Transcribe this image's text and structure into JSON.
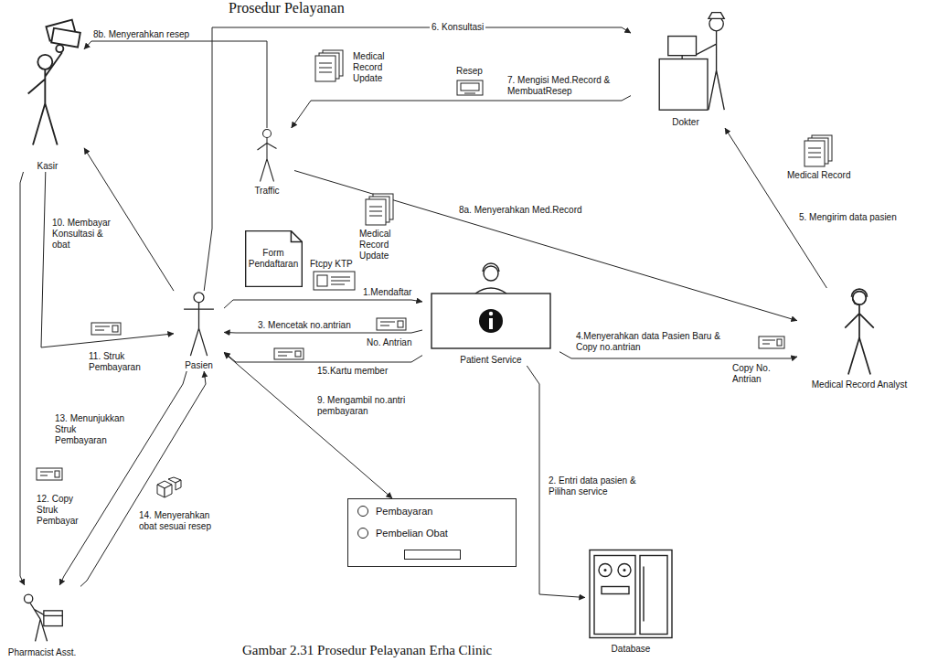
{
  "diagram": {
    "title": "Prosedur Pelayanan",
    "caption": "Gambar 2.31 Prosedur Pelayanan Erha Clinic",
    "nodes": [
      {
        "text": [
          "Kasir"
        ]
      },
      {
        "text": [
          "Dokter"
        ]
      },
      {
        "text": [
          "Traffic"
        ]
      },
      {
        "text": [
          "Form Pendaftaran"
        ]
      },
      {
        "text": [
          "Pasien"
        ]
      },
      {
        "text": [
          "Patient Service"
        ]
      },
      {
        "text": [
          "Medical Record Analyst"
        ]
      },
      {
        "text": [
          "Pembayaran",
          "Pembelian Obat"
        ]
      },
      {
        "text": [
          "Pharmacist Asst."
        ]
      },
      {
        "text": [
          "Database"
        ]
      }
    ],
    "edges": [
      {
        "from": 4,
        "to": 5,
        "arrow": "to",
        "label": "1.Mendaftar"
      },
      {
        "from": 5,
        "to": 9,
        "arrow": "to",
        "label": "2. Entri data pasien & Pilihan service"
      },
      {
        "from": 5,
        "to": 4,
        "arrow": "to",
        "label": "3. Mencetak no.antrian"
      },
      {
        "from": 5,
        "to": 6,
        "arrow": "to",
        "label": "4.Menyerahkan data Pasien Baru & Copy no.antrian"
      },
      {
        "from": 6,
        "to": 1,
        "arrow": "to",
        "label": "5. Mengirim data pasien"
      },
      {
        "from": 4,
        "to": 1,
        "arrow": "to",
        "label": "6. Konsultasi"
      },
      {
        "from": 1,
        "to": 2,
        "arrow": "to",
        "label": "7. Mengisi Med.Record & MembuatResep"
      },
      {
        "from": 2,
        "to": 6,
        "arrow": "to",
        "label": "8a. Menyerahkan Med.Record"
      },
      {
        "from": 2,
        "to": 0,
        "arrow": "to",
        "label": "8b. Menyerahkan resep"
      },
      {
        "from": 4,
        "to": 7,
        "arrow": "both",
        "label": "9. Mengambil no.antri pembayaran"
      },
      {
        "from": 4,
        "to": 0,
        "arrow": "to",
        "label": "10. Membayar Konsultasi & obat"
      },
      {
        "from": 0,
        "to": 4,
        "arrow": "to",
        "label": "11. Struk Pembayaran"
      },
      {
        "from": 0,
        "to": 8,
        "arrow": "to",
        "label": "12. Copy Struk Pembayar"
      },
      {
        "from": 4,
        "to": 8,
        "arrow": "to",
        "label": "13. Menunjukkan Struk Pembayaran"
      },
      {
        "from": 8,
        "to": 4,
        "arrow": "to",
        "label": "14. Menyerahkan obat sesuai resep"
      },
      {
        "from": 5,
        "to": 4,
        "arrow": "to",
        "label": "15.Kartu member"
      }
    ],
    "labels": [
      "Medical Record Update",
      "Resep",
      "Medical Record Update",
      "Medical Record",
      "Ftcpy KTP",
      "No. Antrian",
      "Copy No. Antrian"
    ]
  }
}
